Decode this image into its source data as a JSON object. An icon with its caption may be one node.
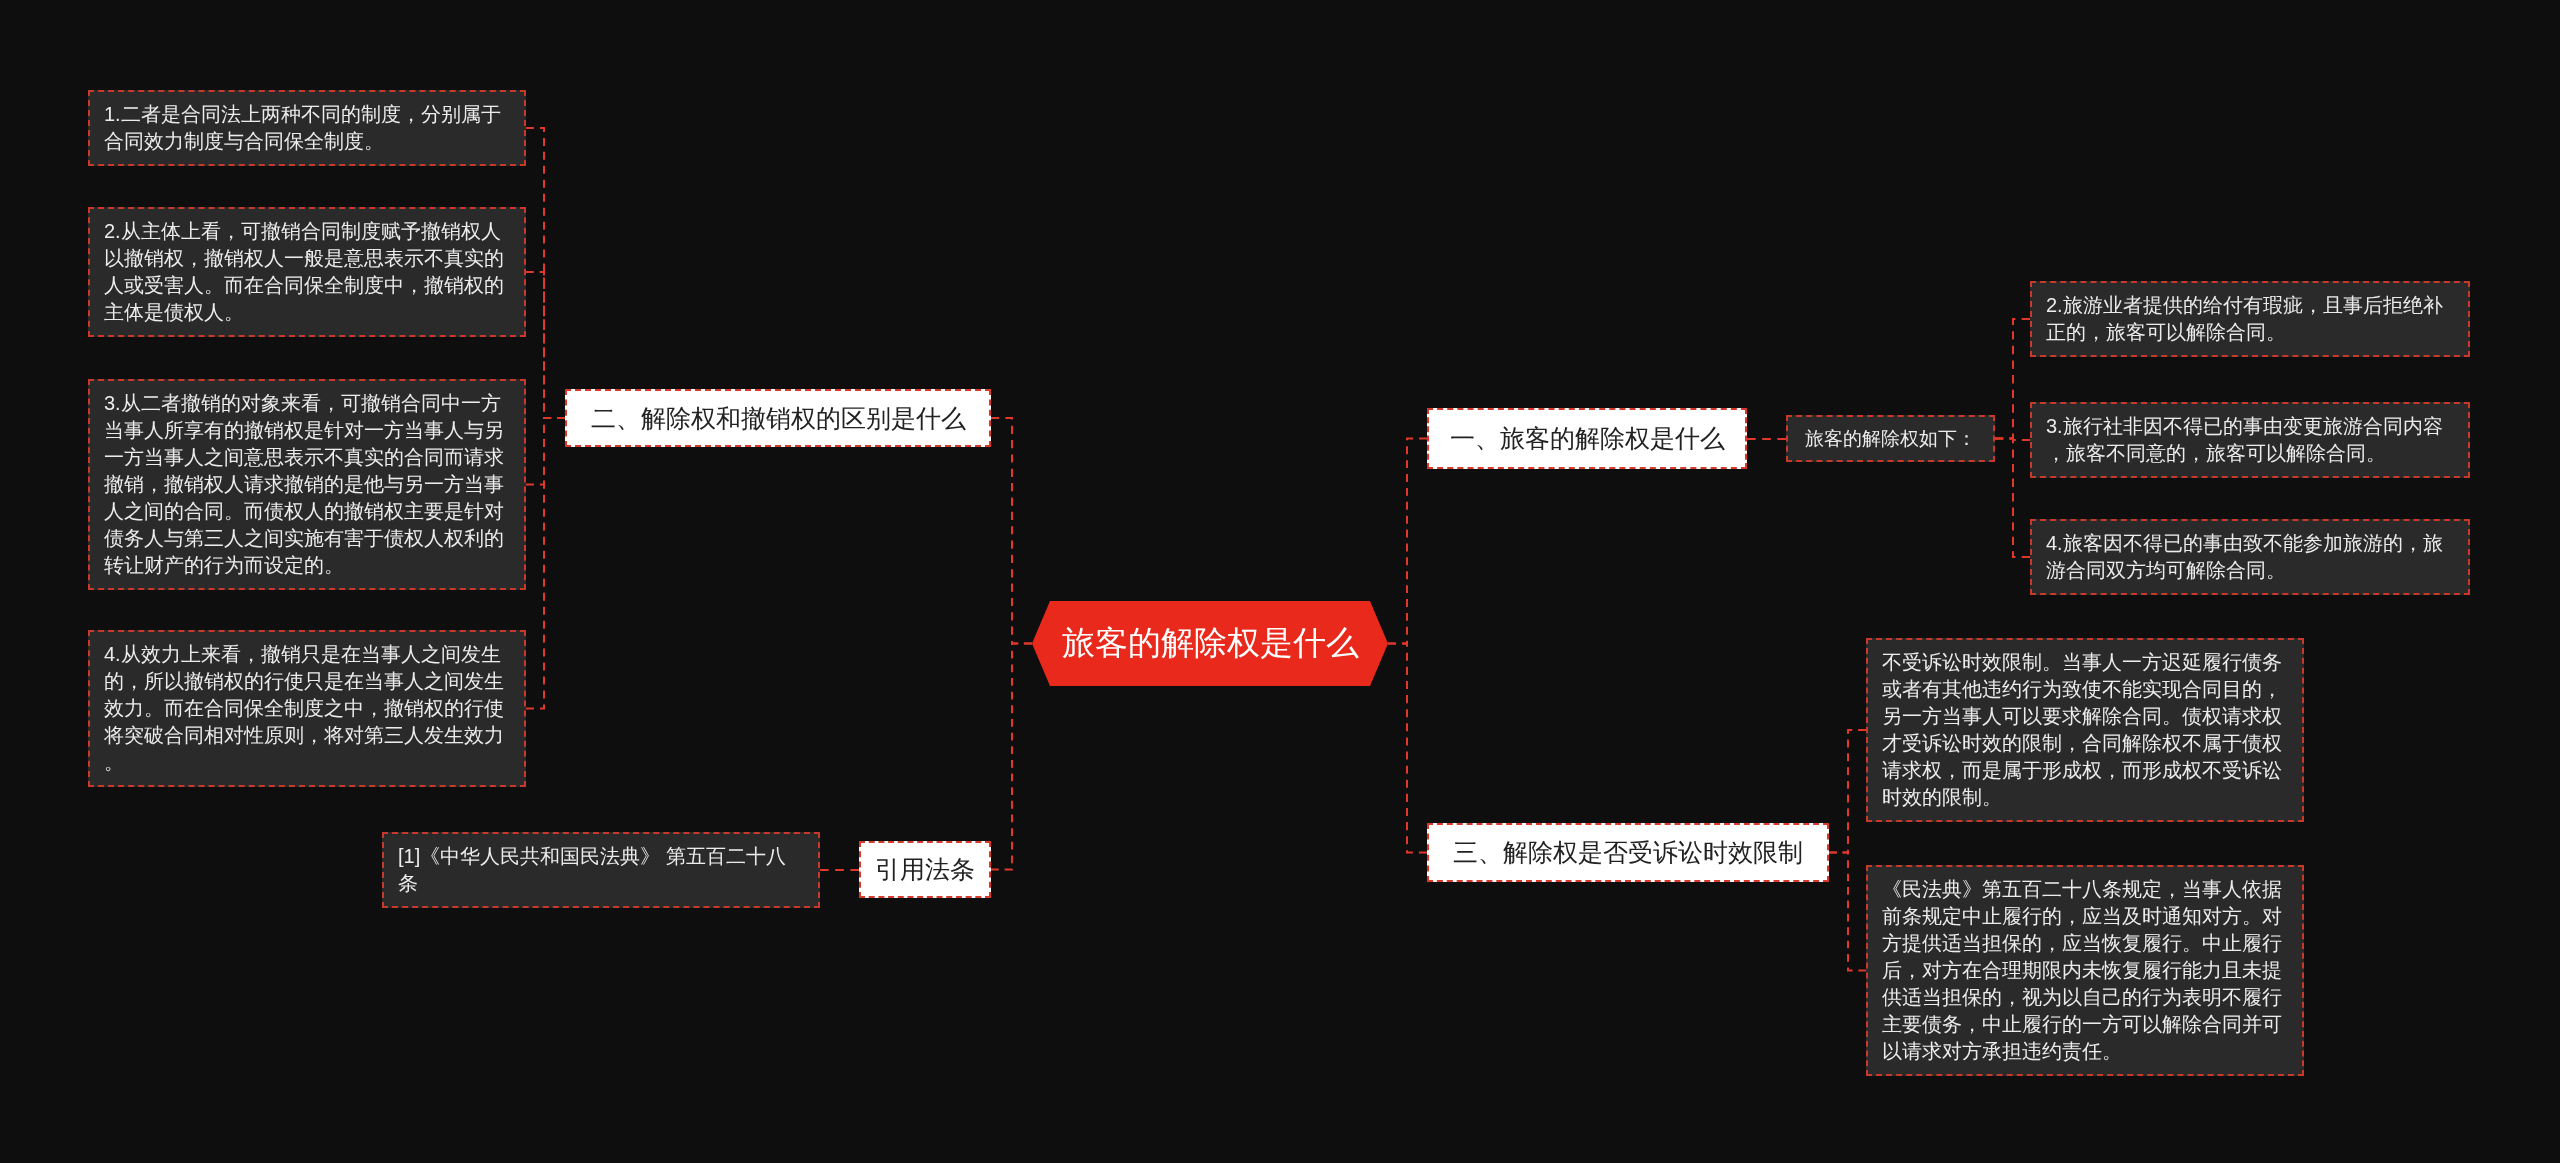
{
  "diagram": {
    "nodes": [
      {
        "text": [
          "旅客的解除权是什么"
        ]
      },
      {
        "text": [
          "二、解除权和撤销权的区别是什么"
        ]
      },
      {
        "text": [
          "1.二者是合同法上两种不同的制度，分别属于合同效力制度与合同保全制度。"
        ]
      },
      {
        "text": [
          "2.从主体上看，可撤销合同制度赋予撤销权人以撤销权，撤销权人一般是意思表示不真实的人或受害人。而在合同保全制度中，撤销权的主体是债权人。"
        ]
      },
      {
        "text": [
          "3.从二者撤销的对象来看，可撤销合同中一方当事人所享有的撤销权是针对一方当事人与另一方当事人之间意思表示不真实的合同而请求撤销，撤销权人请求撤销的是他与另一方当事人之间的合同。而债权人的撤销权主要是针对债务人与第三人之间实施有害于债权人权利的转让财产的行为而设定的。"
        ]
      },
      {
        "text": [
          "4.从效力上来看，撤销只是在当事人之间发生的，所以撤销权的行使只是在当事人之间发生效力。而在合同保全制度之中，撤销权的行使将突破合同相对性原则，将对第三人发生效力。"
        ]
      },
      {
        "text": [
          "引用法条"
        ]
      },
      {
        "text": [
          "[1]《中华人民共和国民法典》 第五百二十八条"
        ]
      },
      {
        "text": [
          "一、旅客的解除权是什么"
        ]
      },
      {
        "text": [
          "旅客的解除权如下："
        ]
      },
      {
        "text": [
          "2.旅游业者提供的给付有瑕疵，且事后拒绝补正的，旅客可以解除合同。"
        ]
      },
      {
        "text": [
          "3.旅行社非因不得已的事由变更旅游合同内容，旅客不同意的，旅客可以解除合同。"
        ]
      },
      {
        "text": [
          "4.旅客因不得已的事由致不能参加旅游的，旅游合同双方均可解除合同。"
        ]
      },
      {
        "text": [
          "三、解除权是否受诉讼时效限制"
        ]
      },
      {
        "text": [
          "不受诉讼时效限制。当事人一方迟延履行债务或者有其他违约行为致使不能实现合同目的，另一方当事人可以要求解除合同。债权请求权才受诉讼时效的限制，合同解除权不属于债权请求权，而是属于形成权，而形成权不受诉讼时效的限制。"
        ]
      },
      {
        "text": [
          "《民法典》第五百二十八条规定，当事人依据前条规定中止履行的，应当及时通知对方。对方提供适当担保的，应当恢复履行。中止履行后，对方在合理期限内未恢复履行能力且未提供适当担保的，视为以自己的行为表明不履行主要债务，中止履行的一方可以解除合同并可以请求对方承担违约责任。"
        ]
      }
    ],
    "edges": [
      {
        "from": 0,
        "to": 1,
        "arrow": "none",
        "style": "dashed"
      },
      {
        "from": 1,
        "to": 2,
        "arrow": "none",
        "style": "dashed"
      },
      {
        "from": 1,
        "to": 3,
        "arrow": "none",
        "style": "dashed"
      },
      {
        "from": 1,
        "to": 4,
        "arrow": "none",
        "style": "dashed"
      },
      {
        "from": 1,
        "to": 5,
        "arrow": "none",
        "style": "dashed"
      },
      {
        "from": 0,
        "to": 6,
        "arrow": "none",
        "style": "dashed"
      },
      {
        "from": 6,
        "to": 7,
        "arrow": "none",
        "style": "dashed"
      },
      {
        "from": 0,
        "to": 8,
        "arrow": "none",
        "style": "dashed"
      },
      {
        "from": 8,
        "to": 9,
        "arrow": "none",
        "style": "dashed"
      },
      {
        "from": 9,
        "to": 10,
        "arrow": "none",
        "style": "dashed"
      },
      {
        "from": 9,
        "to": 11,
        "arrow": "none",
        "style": "dashed"
      },
      {
        "from": 9,
        "to": 12,
        "arrow": "none",
        "style": "dashed"
      },
      {
        "from": 0,
        "to": 13,
        "arrow": "none",
        "style": "dashed"
      },
      {
        "from": 13,
        "to": 14,
        "arrow": "none",
        "style": "dashed"
      },
      {
        "from": 13,
        "to": 15,
        "arrow": "none",
        "style": "dashed"
      }
    ]
  }
}
